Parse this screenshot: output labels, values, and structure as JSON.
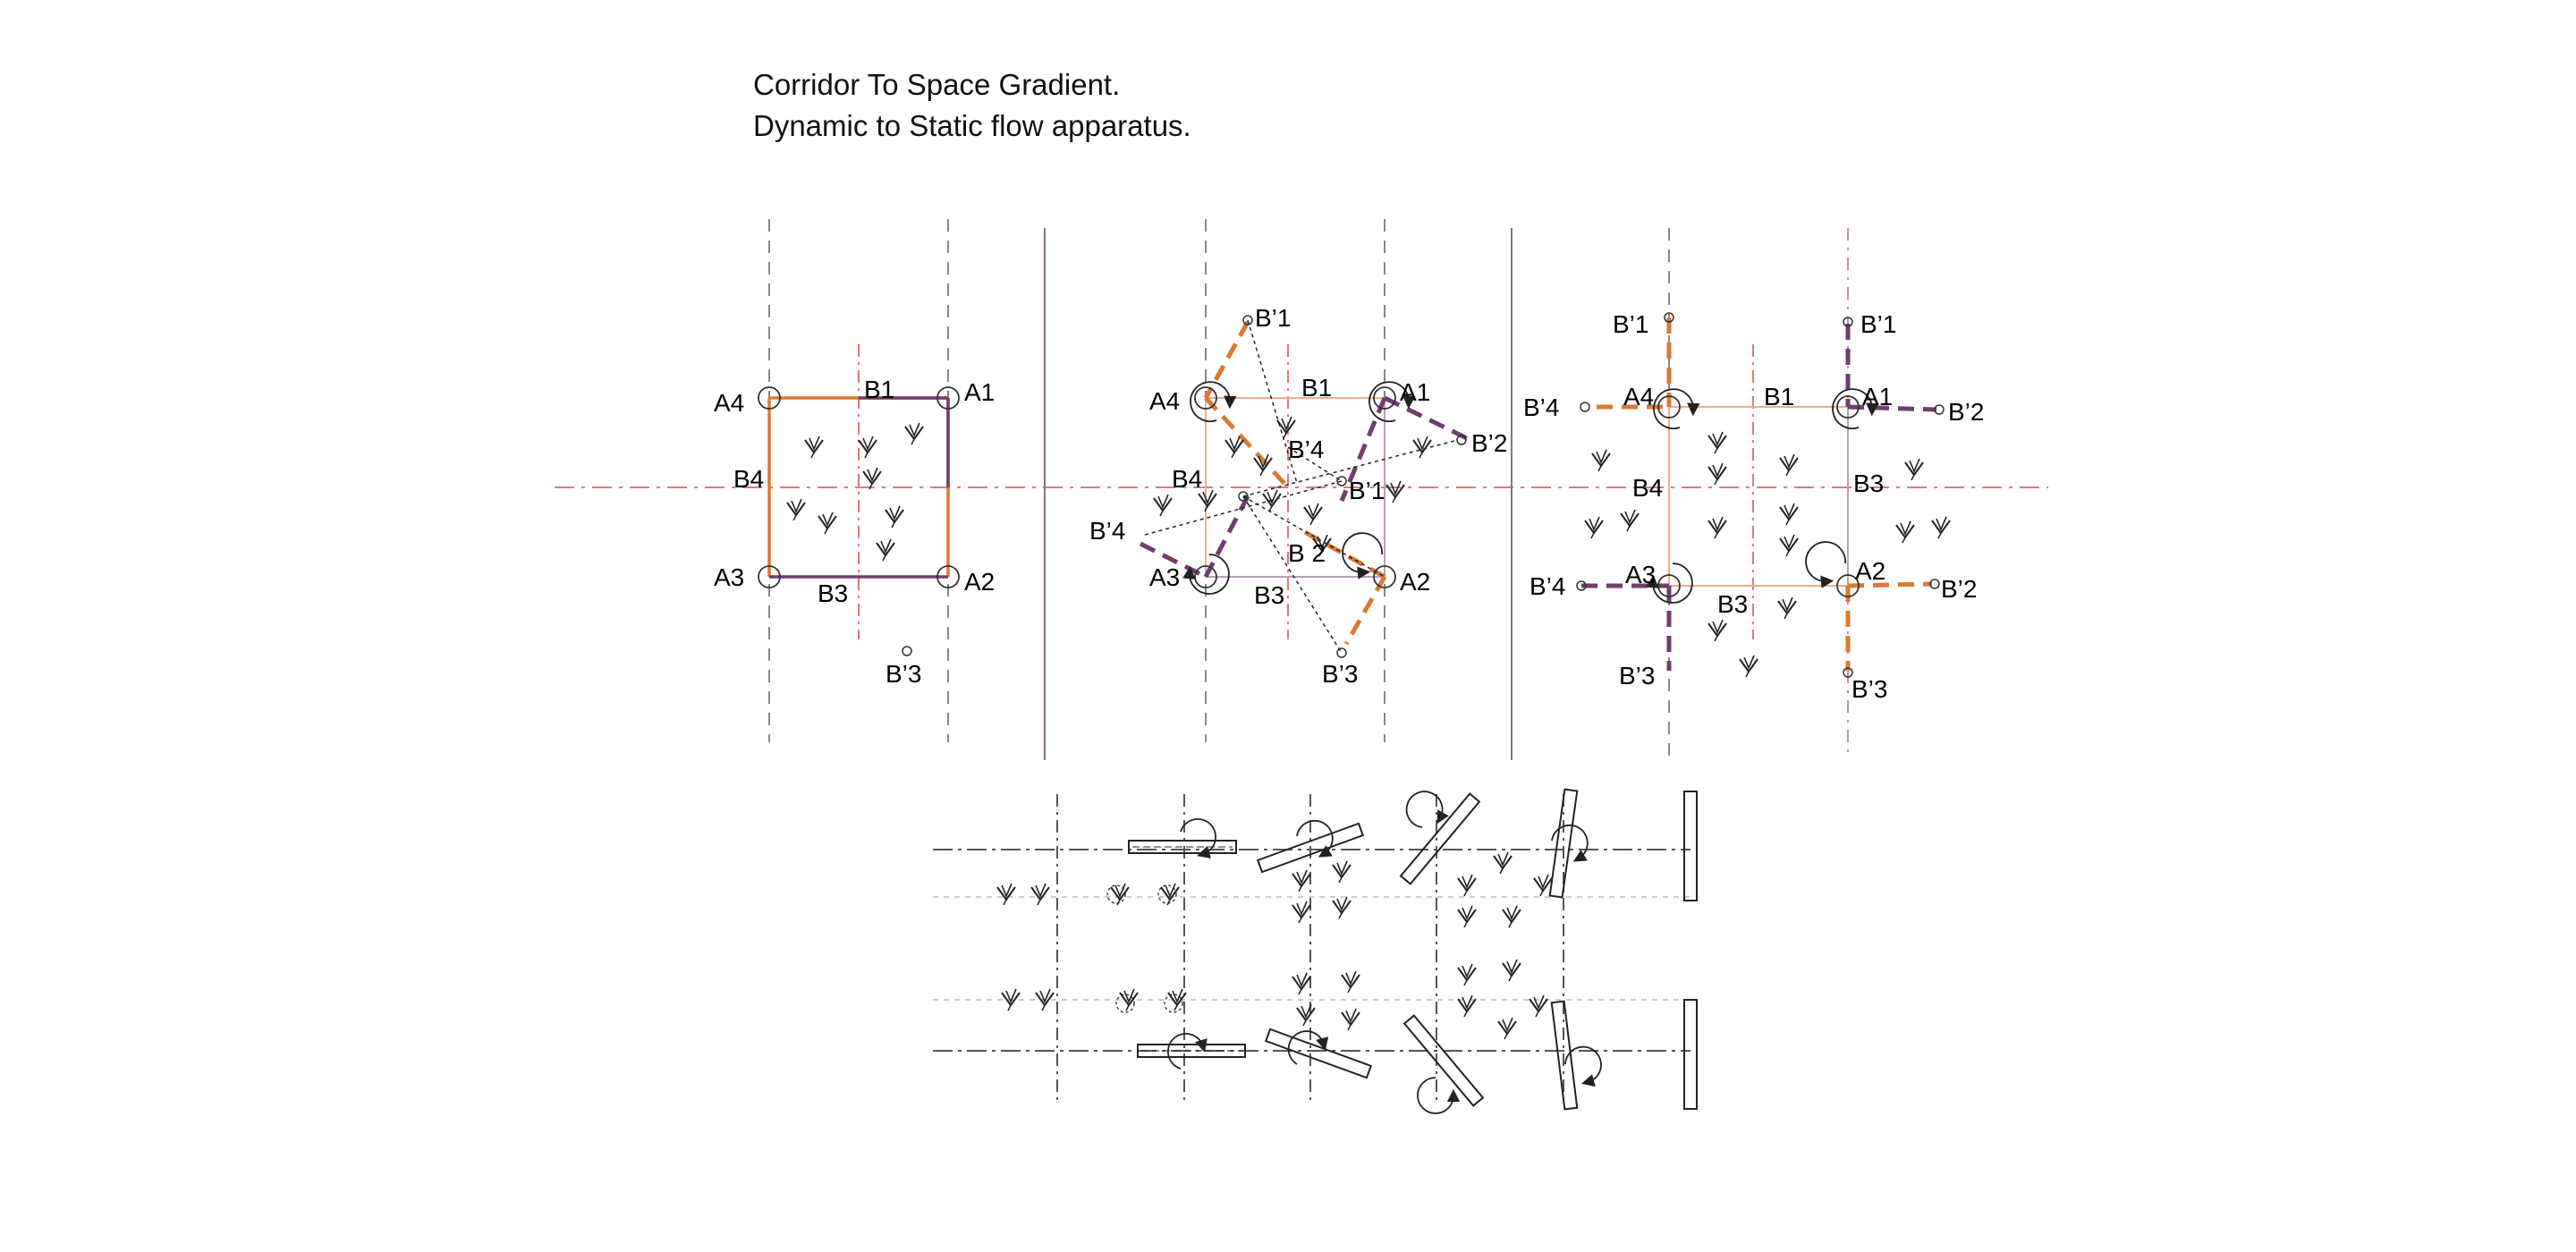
{
  "title": {
    "line1": "Corridor To Space Gradient.",
    "line2": "Dynamic to Static flow apparatus."
  },
  "colors": {
    "orange": "#d97a33",
    "purple": "#6e3e6e",
    "red_guide": "#e07a78",
    "gray_guide": "#7a7a7a",
    "teal": "#6fb3bf"
  },
  "panels": [
    {
      "name": "panel-1"
    },
    {
      "name": "panel-2"
    },
    {
      "name": "panel-3"
    }
  ],
  "icons": {
    "figure": "person-figure-icon",
    "rotation": "rotation-arrow-icon",
    "hinge": "hinge-circle-icon"
  },
  "labels": {
    "p1": [
      {
        "t": "A1"
      },
      {
        "t": "A2"
      },
      {
        "t": "A3"
      },
      {
        "t": "A4"
      },
      {
        "t": "B1"
      },
      {
        "t": "B3"
      },
      {
        "t": "B4"
      },
      {
        "t": "B’3"
      }
    ],
    "p2": [
      {
        "t": "B’1"
      },
      {
        "t": "A4"
      },
      {
        "t": "B1"
      },
      {
        "t": "A1"
      },
      {
        "t": "B’4"
      },
      {
        "t": "B’2"
      },
      {
        "t": "B4"
      },
      {
        "t": "B’1"
      },
      {
        "t": "B’4"
      },
      {
        "t": "B 2"
      },
      {
        "t": "A3"
      },
      {
        "t": "B3"
      },
      {
        "t": "A2"
      },
      {
        "t": "B’3"
      }
    ],
    "p3": [
      {
        "t": "B’1"
      },
      {
        "t": "B’1"
      },
      {
        "t": "B’4"
      },
      {
        "t": "A4"
      },
      {
        "t": "B1"
      },
      {
        "t": "A1"
      },
      {
        "t": "B’2"
      },
      {
        "t": "B4"
      },
      {
        "t": "B3"
      },
      {
        "t": "B’4"
      },
      {
        "t": "A3"
      },
      {
        "t": "A2"
      },
      {
        "t": "B’2"
      },
      {
        "t": "B3"
      },
      {
        "t": "B’3"
      },
      {
        "t": "B’3"
      }
    ]
  }
}
